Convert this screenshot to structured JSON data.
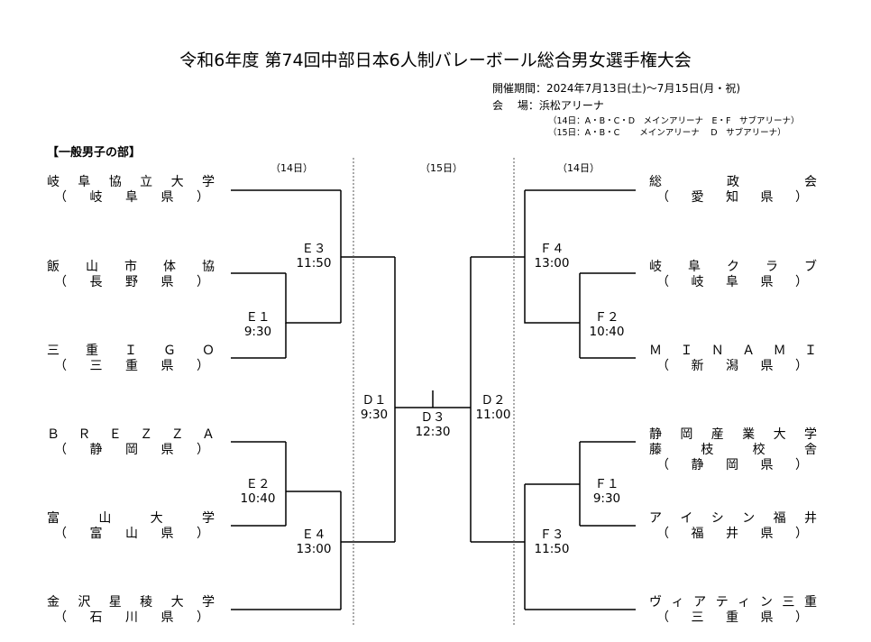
{
  "title": "令和6年度 第74回中部日本6人制バレーボール総合男女選手権大会",
  "info": {
    "period": "開催期間：2024年7月13日(土)〜7月15日(月・祝)",
    "venue": "会　 場：浜松アリーナ",
    "venue_note1": "（14日：A・B・C・D　メインアリーナ　E・F　サブアリーナ）",
    "venue_note2": "（15日：A・B・C　　 メインアリーナ　 D　サブアリーナ）"
  },
  "division": "【一般男子の部】",
  "days": {
    "left": "（14日）",
    "center": "（15日）",
    "right": "（14日）"
  },
  "left_teams": [
    {
      "name": [
        "岐",
        "阜",
        "協",
        "立",
        "大",
        "学"
      ],
      "pref": [
        "（",
        "岐",
        "阜",
        "県",
        "）"
      ]
    },
    {
      "name": [
        "飯",
        "山",
        "市",
        "体",
        "協"
      ],
      "pref": [
        "（",
        "長",
        "野",
        "県",
        "）"
      ]
    },
    {
      "name": [
        "三",
        "重",
        "Ｉ",
        "Ｇ",
        "Ｏ"
      ],
      "pref": [
        "（",
        "三",
        "重",
        "県",
        "）"
      ]
    },
    {
      "name": [
        "Ｂ",
        "Ｒ",
        "Ｅ",
        "Ｚ",
        "Ｚ",
        "Ａ"
      ],
      "pref": [
        "（",
        "静",
        "岡",
        "県",
        "）"
      ]
    },
    {
      "name": [
        "富",
        "山",
        "大",
        "学"
      ],
      "pref": [
        "（",
        "富",
        "山",
        "県",
        "）"
      ]
    },
    {
      "name": [
        "金",
        "沢",
        "星",
        "稜",
        "大",
        "学"
      ],
      "pref": [
        "（",
        "石",
        "川",
        "県",
        "）"
      ]
    }
  ],
  "right_teams": [
    {
      "name": [
        "総",
        "政",
        "会"
      ],
      "pref": [
        "（",
        "愛",
        "知",
        "県",
        "）"
      ]
    },
    {
      "name": [
        "岐",
        "阜",
        "ク",
        "ラ",
        "ブ"
      ],
      "pref": [
        "（",
        "岐",
        "阜",
        "県",
        "）"
      ]
    },
    {
      "name": [
        "Ｍ",
        "Ｉ",
        "Ｎ",
        "Ａ",
        "Ｍ",
        "Ｉ"
      ],
      "pref": [
        "（",
        "新",
        "潟",
        "県",
        "）"
      ]
    },
    {
      "name": [
        "静",
        "岡",
        "産",
        "業",
        "大",
        "学"
      ],
      "name2": [
        "藤",
        "枝",
        "校",
        "舎"
      ],
      "pref": [
        "（",
        "静",
        "岡",
        "県",
        "）"
      ]
    },
    {
      "name": [
        "ア",
        "イ",
        "シ",
        "ン",
        "福",
        "井"
      ],
      "pref": [
        "（",
        "福",
        "井",
        "県",
        "）"
      ]
    },
    {
      "name": [
        "ヴ",
        "ィ",
        "ア",
        "テ",
        "ィ",
        "ン",
        "三",
        "重"
      ],
      "pref": [
        "（",
        "三",
        "重",
        "県",
        "）"
      ]
    }
  ],
  "matches": {
    "E3": {
      "label": "Ｅ３",
      "time": "11:50"
    },
    "E1": {
      "label": "Ｅ１",
      "time": "9:30"
    },
    "E2": {
      "label": "Ｅ２",
      "time": "10:40"
    },
    "E4": {
      "label": "Ｅ４",
      "time": "13:00"
    },
    "D1": {
      "label": "Ｄ１",
      "time": "9:30"
    },
    "D3": {
      "label": "Ｄ３",
      "time": "12:30"
    },
    "D2": {
      "label": "Ｄ２",
      "time": "11:00"
    },
    "F4": {
      "label": "Ｆ４",
      "time": "13:00"
    },
    "F2": {
      "label": "Ｆ２",
      "time": "10:40"
    },
    "F1": {
      "label": "Ｆ１",
      "time": "9:30"
    },
    "F3": {
      "label": "Ｆ３",
      "time": "11:50"
    }
  }
}
